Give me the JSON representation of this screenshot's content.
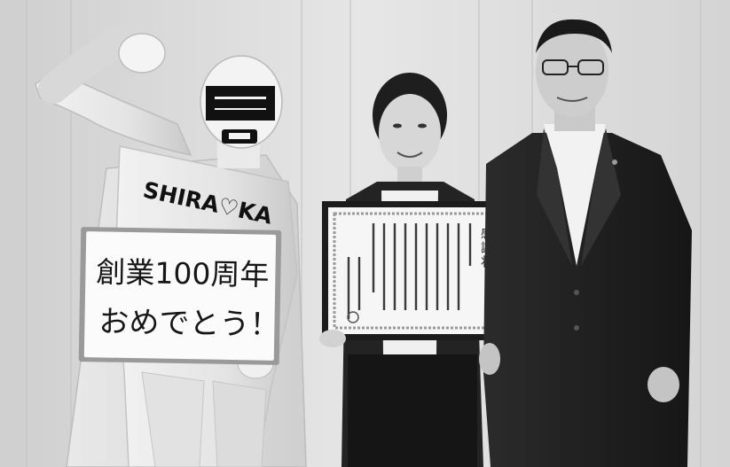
{
  "photo": {
    "superhero_chest_text": "SHIRA♡KA",
    "whiteboard": {
      "line1": "創業100周年",
      "line2": "おめでとう！"
    },
    "certificate": {
      "title": "感謝状"
    }
  }
}
